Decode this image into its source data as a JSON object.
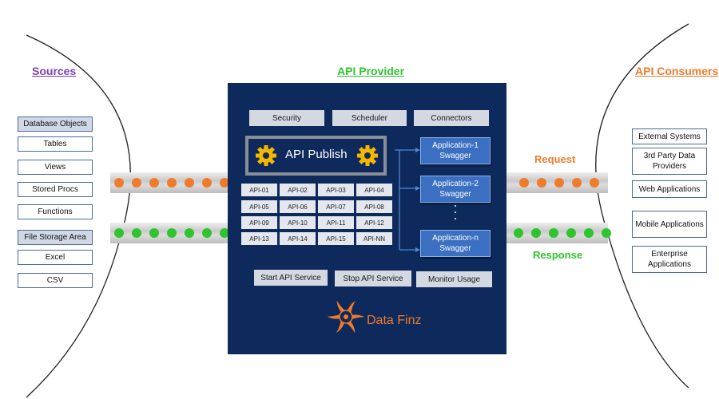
{
  "headings": {
    "sources": "Sources",
    "provider": "API Provider",
    "consumers": "API Consumers"
  },
  "colors": {
    "sources": "#7b3fb5",
    "provider": "#2ec42e",
    "consumers": "#f07b2a",
    "panel": "#0e2a5c",
    "app_box": "#3a6fc2"
  },
  "sources": {
    "items": [
      "Database Objects",
      "Tables",
      "Views",
      "Stored Procs",
      "Functions",
      "File Storage Area",
      "Excel",
      "CSV"
    ]
  },
  "consumers": {
    "items": [
      "External Systems",
      "3rd Party Data Providers",
      "Web Applications",
      "Mobile Applications",
      "Enterprise Applications"
    ]
  },
  "flow": {
    "request": "Request",
    "response": "Response"
  },
  "panel": {
    "top_buttons": [
      "Security",
      "Scheduler",
      "Connectors"
    ],
    "publish": "API Publish",
    "apis": [
      "API-01",
      "API-02",
      "API-03",
      "API-04",
      "API-05",
      "API-06",
      "API-07",
      "API-08",
      "API-09",
      "API-10",
      "API-11",
      "API-12",
      "API-13",
      "API-14",
      "API-15",
      "API-NN"
    ],
    "apps": [
      {
        "line1": "Application-1",
        "line2": "Swagger"
      },
      {
        "line1": "Application-2",
        "line2": "Swagger"
      },
      {
        "line1": "Application-n",
        "line2": "Swagger"
      }
    ],
    "bottom_buttons": [
      "Start API Service",
      "Stop API Service",
      "Monitor Usage"
    ],
    "brand": "Data Finz"
  }
}
